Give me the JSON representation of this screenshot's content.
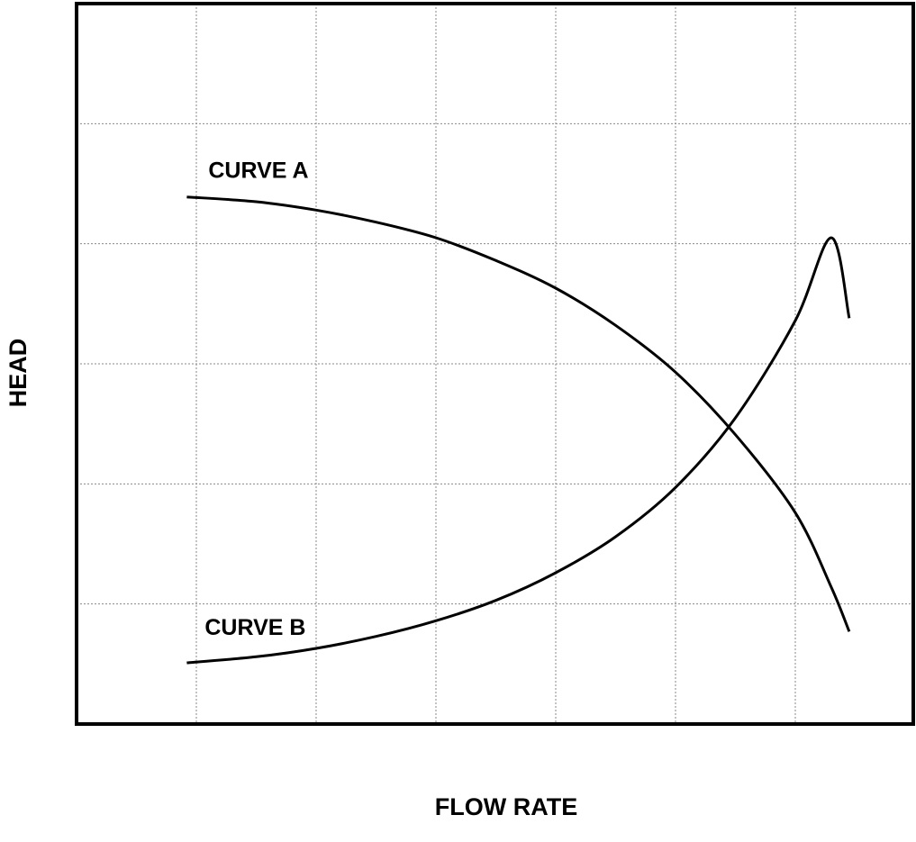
{
  "chart_data": {
    "type": "line",
    "title": "",
    "xlabel": "FLOW RATE",
    "ylabel": "HEAD",
    "xlim": [
      0,
      7
    ],
    "ylim": [
      0,
      6
    ],
    "grid": true,
    "x_gridlines": [
      1,
      2,
      3,
      4,
      5,
      6
    ],
    "y_gridlines": [
      1,
      2,
      3,
      4,
      5
    ],
    "series": [
      {
        "name": "CURVE A",
        "x": [
          0.92,
          1.5,
          2,
          2.5,
          3,
          3.5,
          4,
          4.5,
          5,
          5.5,
          6,
          6.3,
          6.45
        ],
        "y": [
          4.39,
          4.35,
          4.28,
          4.18,
          4.05,
          3.86,
          3.63,
          3.32,
          2.93,
          2.41,
          1.76,
          1.14,
          0.77
        ]
      },
      {
        "name": "CURVE B",
        "x": [
          0.92,
          1.5,
          2,
          2.5,
          3,
          3.5,
          4,
          4.5,
          5,
          5.5,
          6,
          6.3,
          6.45
        ],
        "y": [
          0.51,
          0.56,
          0.63,
          0.73,
          0.86,
          1.03,
          1.26,
          1.56,
          1.97,
          2.55,
          3.36,
          4.05,
          3.38
        ]
      }
    ]
  }
}
